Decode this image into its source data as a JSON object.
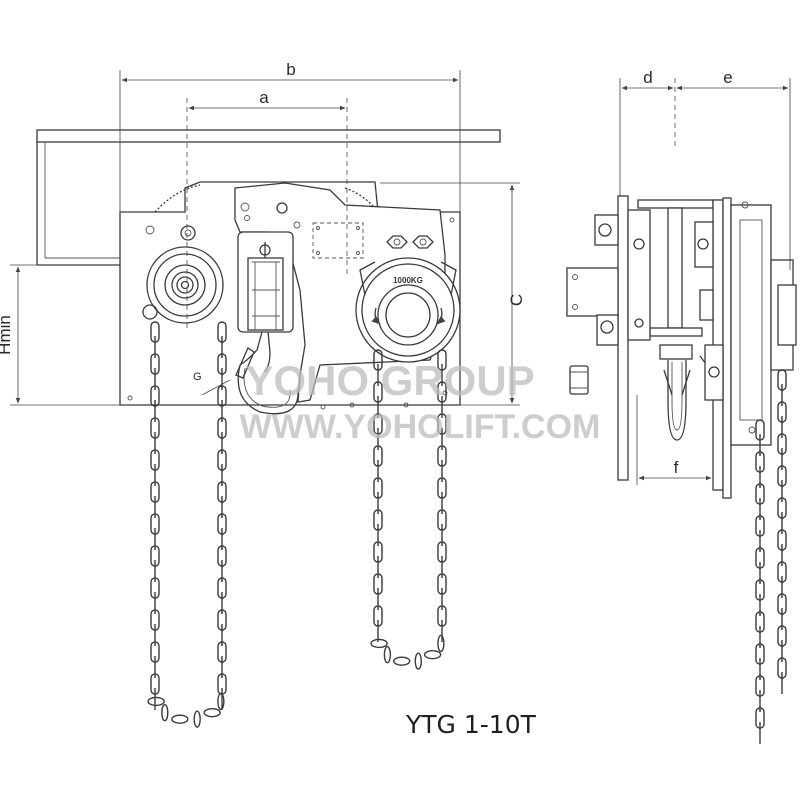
{
  "dimensions": {
    "b": "b",
    "a": "a",
    "d": "d",
    "e": "e",
    "c": "C",
    "h_min": "Hmin",
    "f": "f",
    "g": "G"
  },
  "hoist": {
    "capacity_label": "1000KG"
  },
  "watermark": {
    "line1": "YOHO GROUP",
    "line2": "WWW.YOHOLIFT.COM"
  },
  "model": {
    "label": "YTG 1-10T"
  }
}
